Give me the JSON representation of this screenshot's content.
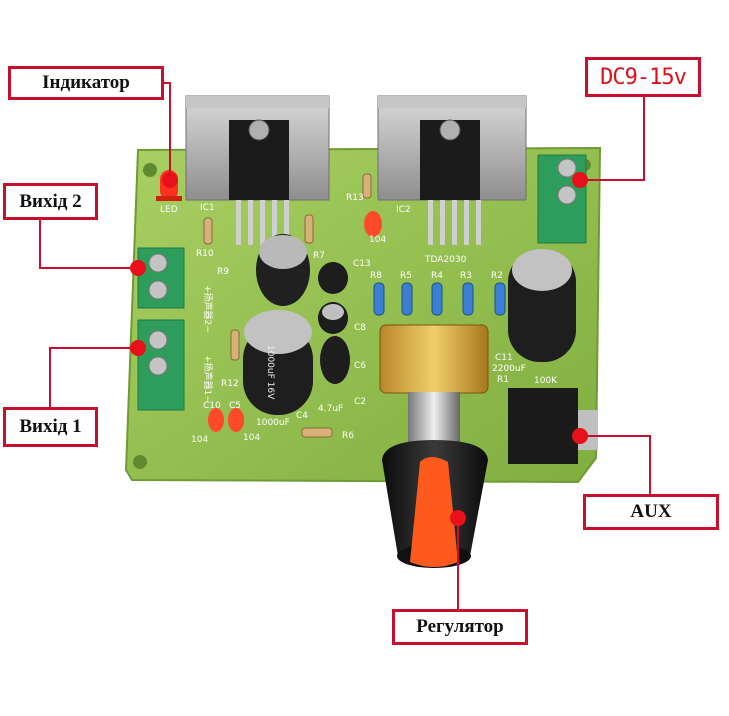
{
  "callouts": {
    "indicator": "Індикатор",
    "output_2": "Вихід 2",
    "output_1": "Вихід 1",
    "power": "DC9-15v",
    "aux": "AUX",
    "regulator": "Регулятор"
  },
  "board_labels": {
    "ic1": "IC1",
    "ic2": "IC2",
    "tda": "TDA2030",
    "led": "LED",
    "r10": "R10",
    "r9": "R9",
    "r7": "R7",
    "r13": "R13",
    "cap104_a": "104",
    "cap104_b": "104",
    "cap104_c": "104",
    "c13": "C13",
    "r8": "R8",
    "r5": "R5",
    "r4": "R4",
    "r3": "R3",
    "r2": "R2",
    "c8": "C8",
    "c6": "C6",
    "c11": "C11",
    "c11_value": "2200uF",
    "r1": "R1",
    "pot_value": "100K",
    "r12": "R12",
    "c10": "C10",
    "c5": "C5",
    "c4": "C4",
    "c2": "C2",
    "r6": "R6",
    "c4_value": "4.7uF",
    "c_big_value": "1000uF",
    "c_big_label": "1000uF 16V",
    "speaker1": "+扬声器1−",
    "speaker2": "+扬声器2−"
  },
  "colors": {
    "callout_border": "#c8102e",
    "dot": "#e8101a",
    "pcb": "#8fbf4a",
    "terminal": "#2e9c5a",
    "knob_orange": "#ff5a1e"
  }
}
